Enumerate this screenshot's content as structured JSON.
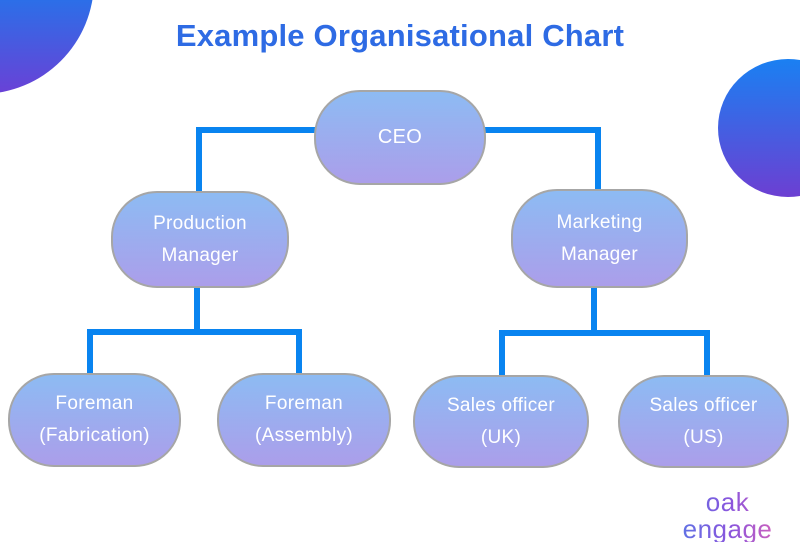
{
  "title": "Example Organisational Chart",
  "org_chart": {
    "nodes": [
      {
        "id": "ceo",
        "lines": [
          "CEO"
        ],
        "reports_to": null
      },
      {
        "id": "production-manager",
        "lines": [
          "Production",
          "Manager"
        ],
        "reports_to": "ceo"
      },
      {
        "id": "marketing-manager",
        "lines": [
          "Marketing",
          "Manager"
        ],
        "reports_to": "ceo"
      },
      {
        "id": "foreman-fabrication",
        "lines": [
          "Foreman",
          "(Fabrication)"
        ],
        "reports_to": "production-manager"
      },
      {
        "id": "foreman-assembly",
        "lines": [
          "Foreman",
          "(Assembly)"
        ],
        "reports_to": "production-manager"
      },
      {
        "id": "sales-officer-uk",
        "lines": [
          "Sales officer",
          "(UK)"
        ],
        "reports_to": "marketing-manager"
      },
      {
        "id": "sales-officer-us",
        "lines": [
          "Sales officer",
          "(US)"
        ],
        "reports_to": "marketing-manager"
      }
    ]
  },
  "logo": {
    "word1": "oak",
    "word2": "engage"
  },
  "colors": {
    "title_text": "#2e6be4",
    "connector": "#0984f0",
    "node_gradient_top": "#8dbbf3",
    "node_gradient_bottom": "#ab9eea",
    "node_border": "#a6a6a6",
    "node_text": "#ffffff",
    "blob_blue": "#1a80f2",
    "blob_purple": "#6a41d6",
    "logo_gradient_start": "#4a82e8",
    "logo_gradient_mid": "#8a55dd",
    "logo_gradient_end": "#f468aa"
  }
}
